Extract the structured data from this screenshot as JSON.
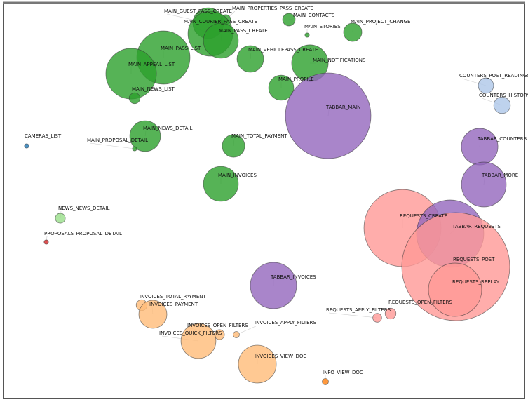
{
  "chart_data": {
    "type": "scatter",
    "subtype": "bubble",
    "title": "",
    "xlabel": "",
    "ylabel": "",
    "grid": false,
    "legend": "none",
    "colors": {
      "main": "#2ca02c",
      "tabbar": "#9467bd",
      "requests": "#ff9896",
      "invoices": "#ffbb78",
      "counters": "#aec7e8",
      "news": "#98df8a",
      "proposals": "#d62728",
      "cameras": "#1f77b4",
      "info": "#ff7f0e"
    },
    "nodes": [
      {
        "label": "MAIN_GUEST_PASS_CREATE",
        "group": "main",
        "value": 48
      },
      {
        "label": "MAIN_PROPERTIES_PASS_CREATE",
        "group": "main",
        "value": 5
      },
      {
        "label": "MAIN_COURIER_PASS_CREATE",
        "group": "main",
        "value": 102
      },
      {
        "label": "MAIN_PASS_CREATE",
        "group": "main",
        "value": 62
      },
      {
        "label": "MAIN_CONTACTS",
        "group": "main",
        "value": 8
      },
      {
        "label": "MAIN_STORIES",
        "group": "main",
        "value": 1
      },
      {
        "label": "MAIN_PROJECT_CHANGE",
        "group": "main",
        "value": 17
      },
      {
        "label": "MAIN_PASS_LIST",
        "group": "main",
        "value": 144
      },
      {
        "label": "MAIN_APPEAL_LIST",
        "group": "main",
        "value": 130
      },
      {
        "label": "MAIN_NEWS_LIST",
        "group": "main",
        "value": 6
      },
      {
        "label": "MAIN_VEHICLEPASS_CREATE",
        "group": "main",
        "value": 36
      },
      {
        "label": "MAIN_NOTIFICATIONS",
        "group": "main",
        "value": 68
      },
      {
        "label": "MAIN_PROFILE",
        "group": "main",
        "value": 32
      },
      {
        "label": "TABBAR_MAIN",
        "group": "tabbar",
        "value": 372
      },
      {
        "label": "COUNTERS_POST_READINGS",
        "group": "counters",
        "value": 12
      },
      {
        "label": "COUNTERS_HISTORY",
        "group": "counters",
        "value": 14
      },
      {
        "label": "CAMERAS_LIST",
        "group": "cameras",
        "value": 1
      },
      {
        "label": "MAIN_NEWS_DETAIL",
        "group": "main",
        "value": 48
      },
      {
        "label": "MAIN_PROPOSAL_DETAIL",
        "group": "main",
        "value": 1
      },
      {
        "label": "MAIN_TOTAL_PAYMENT",
        "group": "main",
        "value": 26
      },
      {
        "label": "TABBAR_COUNTERS",
        "group": "tabbar",
        "value": 68
      },
      {
        "label": "MAIN_INVOICES",
        "group": "main",
        "value": 62
      },
      {
        "label": "TABBAR_MORE",
        "group": "tabbar",
        "value": 102
      },
      {
        "label": "NEWS_NEWS_DETAIL",
        "group": "news",
        "value": 5
      },
      {
        "label": "REQUESTS_CREATE",
        "group": "requests",
        "value": 302
      },
      {
        "label": "TABBAR_REQUESTS",
        "group": "tabbar",
        "value": 230
      },
      {
        "label": "PROPOSALS_PROPOSAL_DETAIL",
        "group": "proposals",
        "value": 1
      },
      {
        "label": "REQUESTS_POST",
        "group": "requests",
        "value": 593
      },
      {
        "label": "REQUESTS_REPLAY",
        "group": "requests",
        "value": 144
      },
      {
        "label": "TABBAR_INVOICES",
        "group": "tabbar",
        "value": 109
      },
      {
        "label": "INVOICES_TOTAL_PAYMENT",
        "group": "invoices",
        "value": 6
      },
      {
        "label": "INVOICES_PAYMENT",
        "group": "invoices",
        "value": 40
      },
      {
        "label": "REQUESTS_APPLY_FILTERS",
        "group": "requests",
        "value": 4
      },
      {
        "label": "REQUESTS_OPEN_FILTERS",
        "group": "requests",
        "value": 6
      },
      {
        "label": "INVOICES_OPEN_FILTERS",
        "group": "invoices",
        "value": 5
      },
      {
        "label": "INVOICES_APPLY_FILTERS",
        "group": "invoices",
        "value": 2
      },
      {
        "label": "INVOICES_QUICK_FILTERS",
        "group": "invoices",
        "value": 62
      },
      {
        "label": "INVOICES_VIEW_DOC",
        "group": "invoices",
        "value": 73
      },
      {
        "label": "INFO_VIEW_DOC",
        "group": "info",
        "value": 2
      }
    ]
  }
}
